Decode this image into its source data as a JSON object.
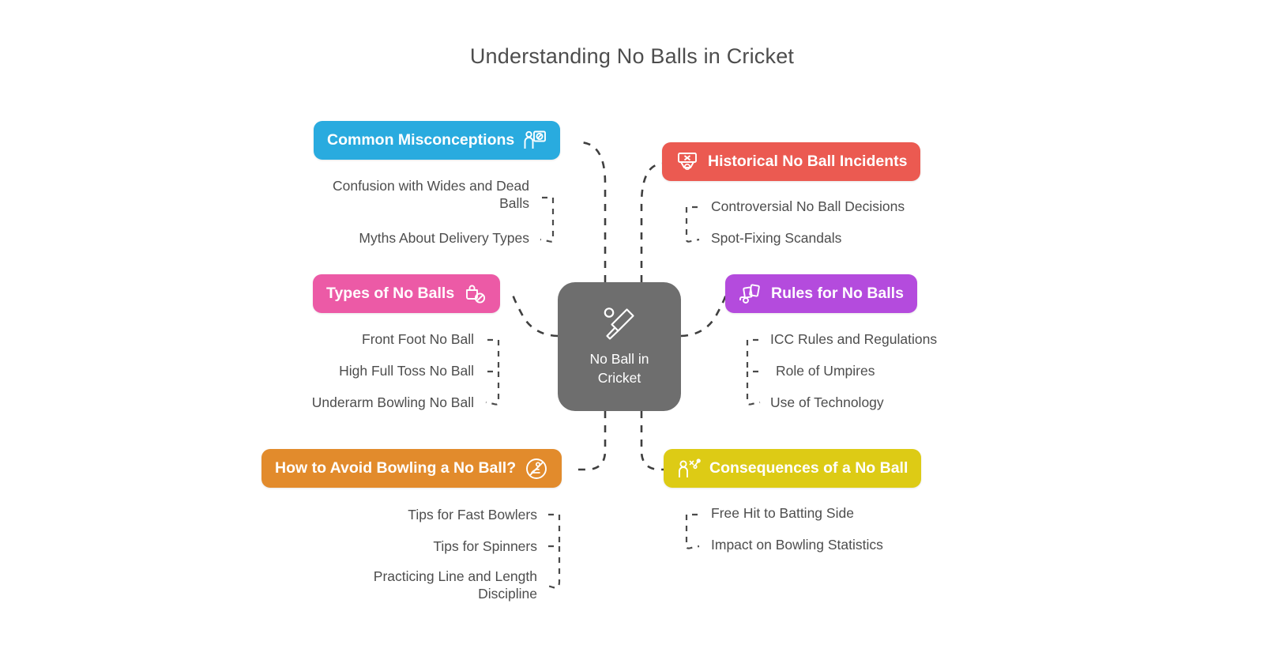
{
  "title": "Understanding No Balls in Cricket",
  "center": {
    "label": "No Ball in\nCricket",
    "icon": "cricket-bat-and-ball-icon",
    "color": "#6e6e6e"
  },
  "branches": [
    {
      "id": "common-misconceptions",
      "label": "Common Misconceptions",
      "icon": "person-prohibited-icon",
      "color": "#29abdf",
      "side": "left",
      "icon_position": "right",
      "children": [
        "Confusion with Wides and Dead\nBalls",
        "Myths About Delivery Types"
      ]
    },
    {
      "id": "types-of-no-balls",
      "label": "Types of No Balls",
      "icon": "ball-prohibited-icon",
      "color": "#ec5aa6",
      "side": "left",
      "icon_position": "right",
      "children": [
        "Front Foot No Ball",
        "High Full Toss No Ball",
        "Underarm Bowling No Ball"
      ]
    },
    {
      "id": "how-to-avoid-bowling-a-no-ball",
      "label": "How to Avoid Bowling a No Ball?",
      "icon": "bowler-prohibited-icon",
      "color": "#e28b2c",
      "side": "left",
      "icon_position": "right",
      "children": [
        "Tips for Fast Bowlers",
        "Tips for Spinners",
        "Practicing Line and Length\nDiscipline"
      ]
    },
    {
      "id": "historical-no-ball-incidents",
      "label": "Historical No Ball Incidents",
      "icon": "scoreboard-x-icon",
      "color": "#eb5a51",
      "side": "right",
      "icon_position": "left",
      "children": [
        "Controversial No Ball Decisions",
        "Spot-Fixing Scandals"
      ]
    },
    {
      "id": "rules-for-no-balls",
      "label": "Rules for No Balls",
      "icon": "umpire-signal-icon",
      "color": "#b44bdd",
      "side": "right",
      "icon_position": "left",
      "children": [
        "ICC Rules and Regulations",
        "Role of Umpires",
        "Use of Technology"
      ]
    },
    {
      "id": "consequences-of-a-no-ball",
      "label": "Consequences of a No Ball",
      "icon": "person-statistics-icon",
      "color": "#ddcb15",
      "side": "right",
      "icon_position": "left",
      "children": [
        "Free Hit to Batting Side",
        "Impact on Bowling Statistics"
      ]
    }
  ]
}
